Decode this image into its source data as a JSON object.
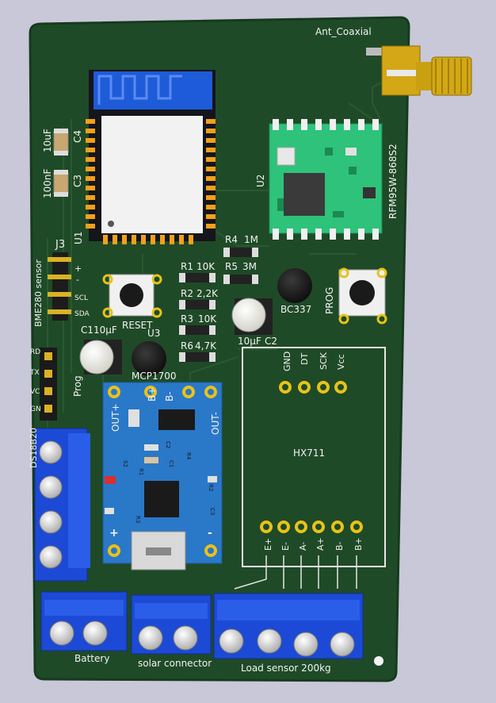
{
  "colors": {
    "background": "#c8c8d8",
    "pcb": "#1f4a27",
    "pcb_edge": "#173a1e",
    "gold": "#e8c21a",
    "module_green": "#2ec27a",
    "charger_blue": "#2a78c8",
    "terminal_blue": "#1c4ad6",
    "hx711_frame": "#e6e6e6"
  },
  "labels": {
    "ant": "Ant_Coaxial",
    "rfm": "RFM95W-868S2",
    "u2": "U2",
    "u1": "U1",
    "c4": "C4",
    "c4_val": "10uF",
    "c3": "C3",
    "c3_val": "100nF",
    "j3": "J3",
    "bme": "BME280 sensor",
    "scl": "SCL",
    "sda": "SDA",
    "plus": "+",
    "minus": "-",
    "reset": "RESET",
    "prog_btn": "PROG",
    "r4": "R4",
    "r4_val": "1M",
    "r5": "R5",
    "r5_val": "3M",
    "r1": "R1",
    "r1_val": "10K",
    "r2": "R2",
    "r2_val": "2,2K",
    "r3": "R3",
    "r3_val": "10K",
    "r6": "R6",
    "r6_val": "4,7K",
    "bc337": "BC337",
    "c1": "C1",
    "c1_val": "10µF",
    "u3": "U3",
    "mcp": "MCP1700",
    "c2": "C2",
    "c2_val": "10µF",
    "prog_hdr": "Prog",
    "rd": "RD",
    "tx": "TX",
    "vc": "VC",
    "gn": "GN",
    "ds18b20": "DS18B20",
    "out_plus": "OUT+",
    "b_plus": "B+",
    "b_minus": "B-",
    "out_minus": "OUT-",
    "hx711": "HX711",
    "hx_top": [
      "GND",
      "DT",
      "SCK",
      "Vcc"
    ],
    "hx_bottom": [
      "E+",
      "E-",
      "A-",
      "A+",
      "B-",
      "B+"
    ],
    "battery": "Battery",
    "solar": "solar connector",
    "load": "Load sensor 200kg",
    "chg_plus": "+",
    "chg_minus": "-",
    "s2": "S2",
    "r1s": "R1",
    "r4s": "R4",
    "r2s": "R2",
    "c1s": "C1",
    "c2s": "C2",
    "c3s": "C3",
    "r3s": "R3"
  }
}
